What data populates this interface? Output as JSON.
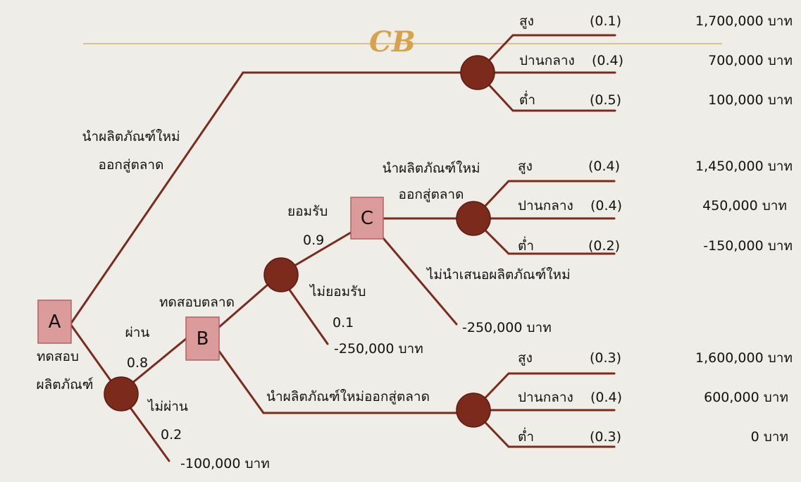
{
  "colors": {
    "branch": "#7b2a1c",
    "chance_node": "#7b2a1c",
    "decision_fill": "#dc9b9b",
    "decision_border": "#b46060",
    "ornament": "#d6a24b",
    "background": "#efede7"
  },
  "ornament": "CB",
  "decision_nodes": {
    "a": "A",
    "b": "B",
    "c": "C"
  },
  "labels": {
    "launch_line1": "นำผลิตภัณฑ์ใหม่",
    "launch_line2": "ออกสู่ตลาด",
    "test_line1": "ทดสอบ",
    "test_line2": "ผลิตภัณฑ์",
    "test_market": "ทดสอบตลาด",
    "pass": "ผ่าน",
    "pass_prob": "0.8",
    "fail": "ไม่ผ่าน",
    "fail_prob": "0.2",
    "fail_payoff": "-100,000 บาท",
    "accept": "ยอมรับ",
    "accept_prob": "0.9",
    "reject": "ไม่ยอมรับ",
    "reject_prob": "0.1",
    "reject_payoff": "-250,000 บาท",
    "c_launch_line1": "นำผลิตภัณฑ์ใหม่",
    "c_launch_line2": "ออกสู่ตลาด",
    "c_no_launch": "ไม่นำเสนอผลิตภัณฑ์ใหม่",
    "c_no_launch_payoff": "-250,000 บาท",
    "b_launch": "นำผลิตภัณฑ์ใหม่ออกสู่ตลาด"
  },
  "outcome_groups": [
    {
      "outcomes": [
        {
          "name": "สูง",
          "prob": "(0.1)",
          "payoff": "1,700,000 บาท"
        },
        {
          "name": "ปานกลาง",
          "prob": "(0.4)",
          "payoff": "700,000 บาท"
        },
        {
          "name": "ต่ำ",
          "prob": "(0.5)",
          "payoff": "100,000 บาท"
        }
      ]
    },
    {
      "outcomes": [
        {
          "name": "สูง",
          "prob": "(0.4)",
          "payoff": "1,450,000 บาท"
        },
        {
          "name": "ปานกลาง",
          "prob": "(0.4)",
          "payoff": "450,000 บาท"
        },
        {
          "name": "ต่ำ",
          "prob": "(0.2)",
          "payoff": "-150,000 บาท"
        }
      ]
    },
    {
      "outcomes": [
        {
          "name": "สูง",
          "prob": "(0.3)",
          "payoff": "1,600,000 บาท"
        },
        {
          "name": "ปานกลาง",
          "prob": "(0.4)",
          "payoff": "600,000 บาท"
        },
        {
          "name": "ต่ำ",
          "prob": "(0.3)",
          "payoff": "0 บาท"
        }
      ]
    }
  ]
}
